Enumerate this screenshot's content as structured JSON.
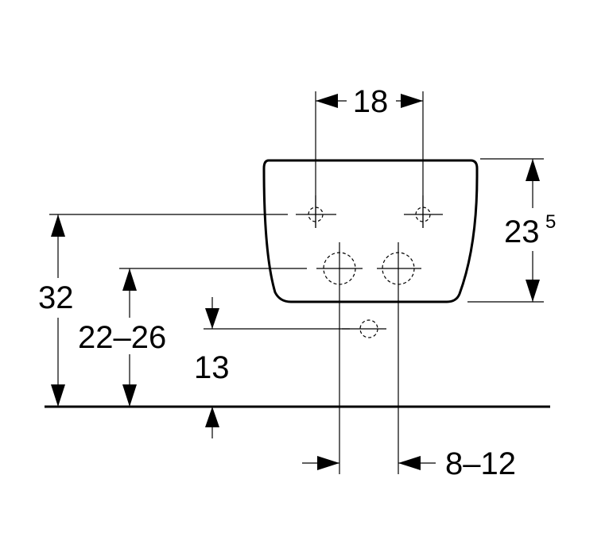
{
  "dimensions": {
    "hole_spacing": "18",
    "ceramic_height_main": "23",
    "ceramic_height_sup": "5",
    "fixing_height": "32",
    "supply_height": "22–26",
    "waste_height": "13",
    "offset": "8–12"
  }
}
